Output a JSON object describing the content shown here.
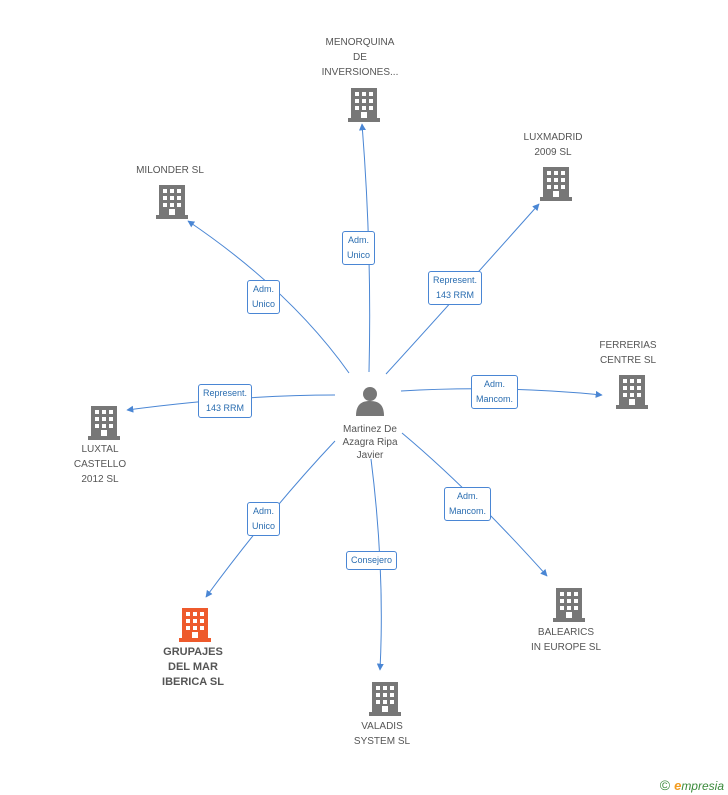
{
  "colors": {
    "edge": "#4a86d4",
    "building": "#777777",
    "building_highlight": "#ee5a2c",
    "person": "#777777"
  },
  "center": {
    "label": "Martinez De\nAzagra Ripa\nJavier",
    "icon": "person-icon"
  },
  "nodes": [
    {
      "id": "menorquina",
      "label": "MENORQUINA\nDE\nINVERSIONES...",
      "icon": "building-icon",
      "highlight": false,
      "edge_label": "Adm.\nUnico"
    },
    {
      "id": "luxmadrid",
      "label": "LUXMADRID\n2009 SL",
      "icon": "building-icon",
      "highlight": false,
      "edge_label": "Represent.\n143 RRM"
    },
    {
      "id": "milonder",
      "label": "MILONDER SL",
      "icon": "building-icon",
      "highlight": false,
      "edge_label": "Adm.\nUnico"
    },
    {
      "id": "ferrerias",
      "label": "FERRERIAS\nCENTRE SL",
      "icon": "building-icon",
      "highlight": false,
      "edge_label": "Adm.\nMancom."
    },
    {
      "id": "luxtal",
      "label": "LUXTAL\nCASTELLO\n2012 SL",
      "icon": "building-icon",
      "highlight": false,
      "edge_label": "Represent.\n143 RRM"
    },
    {
      "id": "balearics",
      "label": "BALEARICS\nIN EUROPE SL",
      "icon": "building-icon",
      "highlight": false,
      "edge_label": "Adm.\nMancom."
    },
    {
      "id": "grupajes",
      "label": "GRUPAJES\nDEL MAR\nIBERICA SL",
      "icon": "building-icon",
      "highlight": true,
      "edge_label": "Adm.\nUnico"
    },
    {
      "id": "valadis",
      "label": "VALADIS\nSYSTEM SL",
      "icon": "building-icon",
      "highlight": false,
      "edge_label": "Consejero"
    }
  ],
  "brand": {
    "copyright": "©",
    "initial": "e",
    "name": "mpresia"
  }
}
